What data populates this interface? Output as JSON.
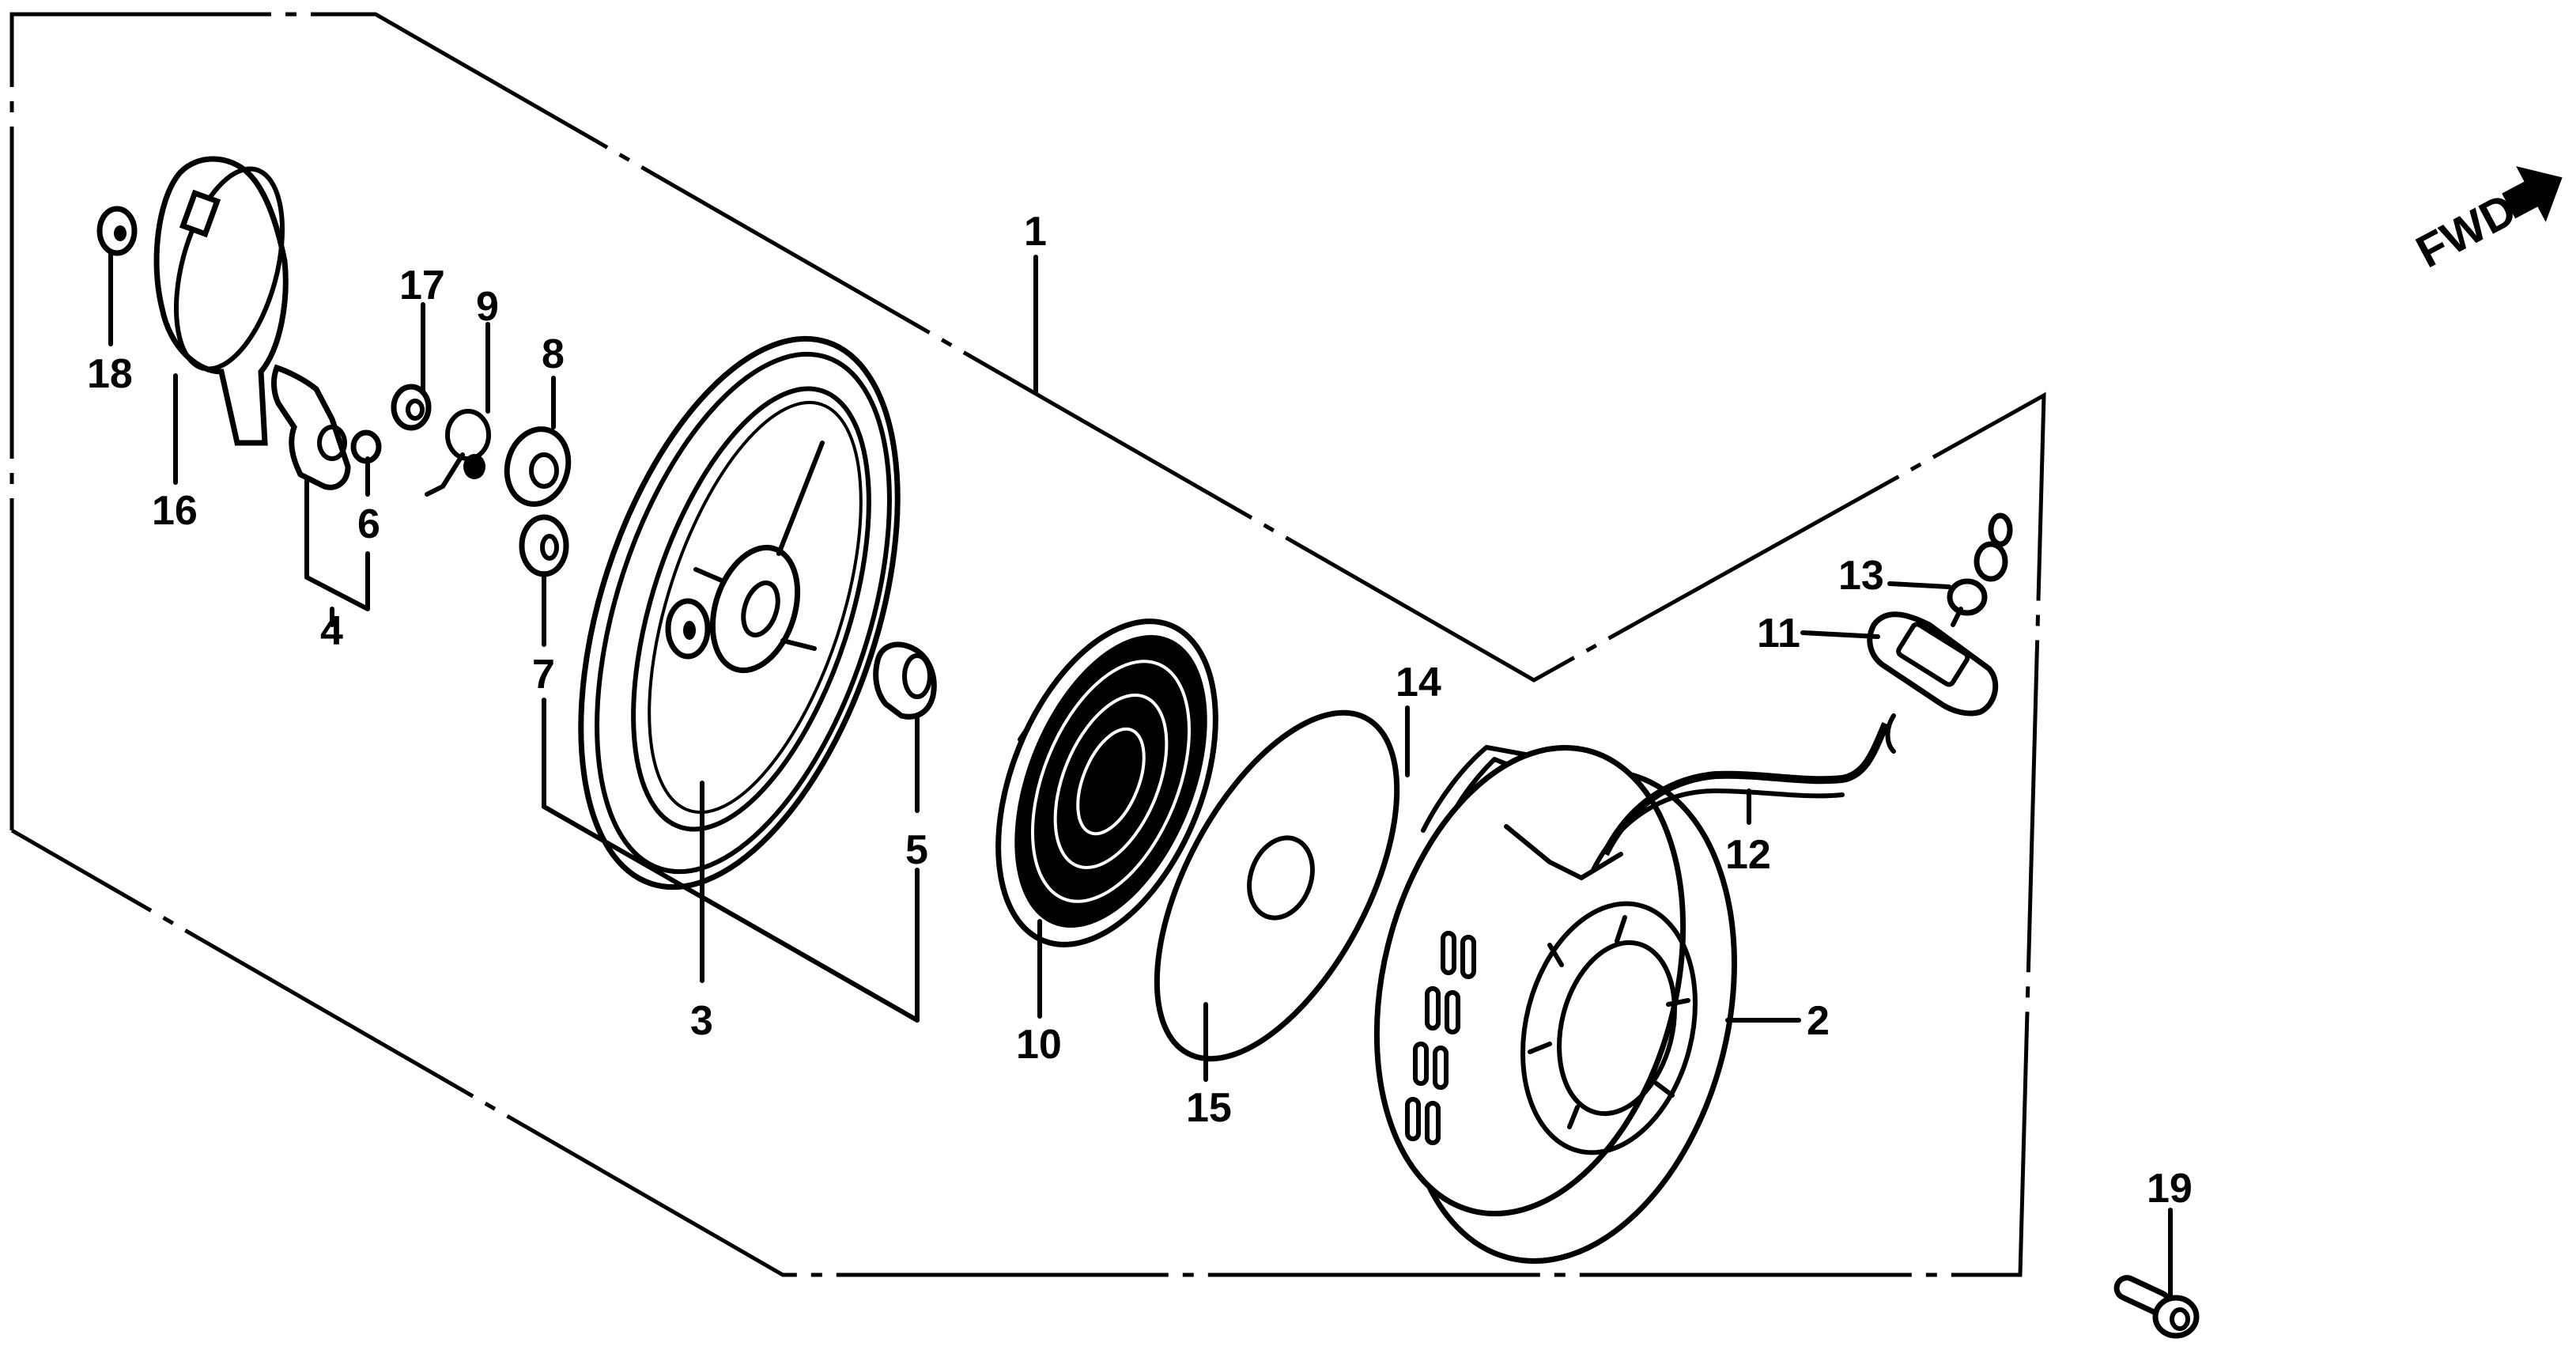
{
  "diagram": {
    "type": "exploded-parts-diagram",
    "colors": {
      "ink": "#000000",
      "paper": "#ffffff"
    },
    "direction_marker": {
      "text": "FWD",
      "icon": "arrow-right-icon"
    },
    "callouts": [
      {
        "id": "1",
        "label": "1"
      },
      {
        "id": "2",
        "label": "2"
      },
      {
        "id": "3",
        "label": "3"
      },
      {
        "id": "4",
        "label": "4"
      },
      {
        "id": "5",
        "label": "5"
      },
      {
        "id": "6",
        "label": "6"
      },
      {
        "id": "7",
        "label": "7"
      },
      {
        "id": "8",
        "label": "8"
      },
      {
        "id": "9",
        "label": "9"
      },
      {
        "id": "10",
        "label": "10"
      },
      {
        "id": "11",
        "label": "11"
      },
      {
        "id": "12",
        "label": "12"
      },
      {
        "id": "13",
        "label": "13"
      },
      {
        "id": "14",
        "label": "14"
      },
      {
        "id": "15",
        "label": "15"
      },
      {
        "id": "16",
        "label": "16"
      },
      {
        "id": "17",
        "label": "17"
      },
      {
        "id": "18",
        "label": "18"
      },
      {
        "id": "19",
        "label": "19"
      }
    ]
  }
}
